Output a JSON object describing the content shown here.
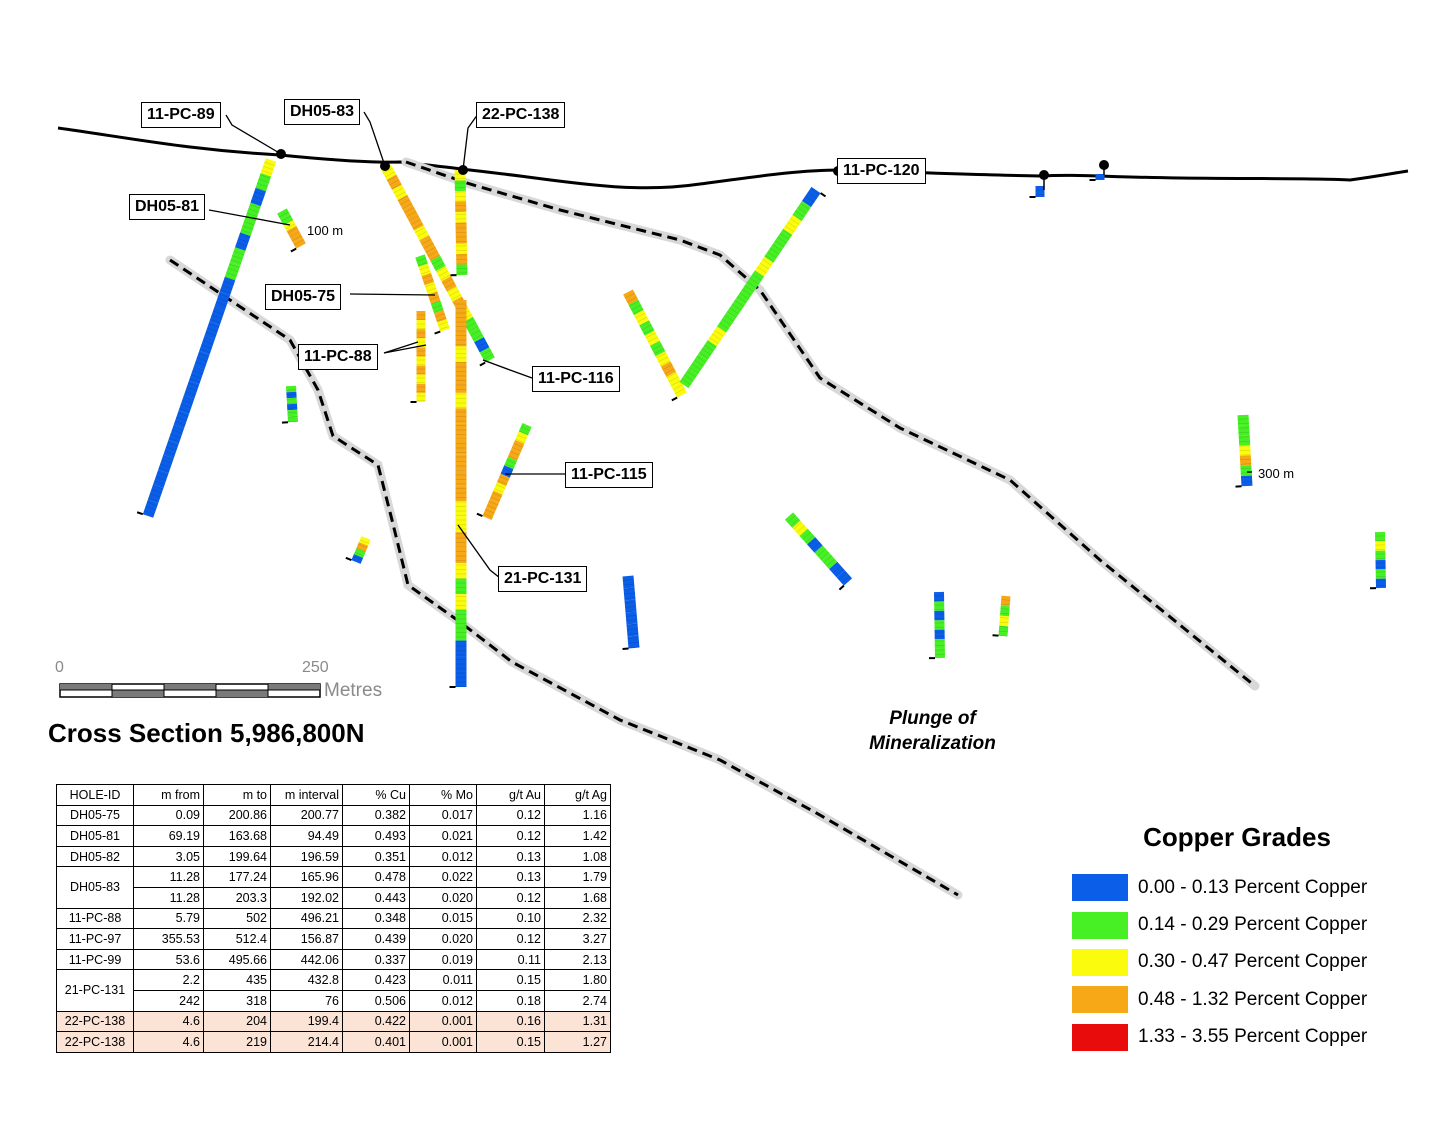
{
  "title": "Cross Section 5,986,800N",
  "plunge_label": [
    "Plunge of",
    "Mineralization"
  ],
  "scale": {
    "start": "0",
    "end": "250",
    "unit": "Metres"
  },
  "depth_labels": [
    "100 m",
    "300 m"
  ],
  "hole_labels": {
    "h89": "11-PC-89",
    "h83": "DH05-83",
    "h138": "22-PC-138",
    "h81": "DH05-81",
    "h120": "11-PC-120",
    "h75": "DH05-75",
    "h88": "11-PC-88",
    "h116": "11-PC-116",
    "h115": "11-PC-115",
    "h131": "21-PC-131"
  },
  "table": {
    "headers": [
      "HOLE-ID",
      "m from",
      "m to",
      "m interval",
      "% Cu",
      "% Mo",
      "g/t Au",
      "g/t Ag"
    ],
    "rows": [
      {
        "id": "DH05-75",
        "span": 1,
        "hl": false,
        "v": [
          "0.09",
          "200.86",
          "200.77",
          "0.382",
          "0.017",
          "0.12",
          "1.16"
        ]
      },
      {
        "id": "DH05-81",
        "span": 1,
        "hl": false,
        "v": [
          "69.19",
          "163.68",
          "94.49",
          "0.493",
          "0.021",
          "0.12",
          "1.42"
        ]
      },
      {
        "id": "DH05-82",
        "span": 1,
        "hl": false,
        "v": [
          "3.05",
          "199.64",
          "196.59",
          "0.351",
          "0.012",
          "0.13",
          "1.08"
        ]
      },
      {
        "id": "DH05-83",
        "span": 2,
        "hl": false,
        "v": [
          "11.28",
          "177.24",
          "165.96",
          "0.478",
          "0.022",
          "0.13",
          "1.79"
        ]
      },
      {
        "id": "",
        "span": 0,
        "hl": false,
        "v": [
          "11.28",
          "203.3",
          "192.02",
          "0.443",
          "0.020",
          "0.12",
          "1.68"
        ]
      },
      {
        "id": "11-PC-88",
        "span": 1,
        "hl": false,
        "v": [
          "5.79",
          "502",
          "496.21",
          "0.348",
          "0.015",
          "0.10",
          "2.32"
        ]
      },
      {
        "id": "11-PC-97",
        "span": 1,
        "hl": false,
        "v": [
          "355.53",
          "512.4",
          "156.87",
          "0.439",
          "0.020",
          "0.12",
          "3.27"
        ]
      },
      {
        "id": "11-PC-99",
        "span": 1,
        "hl": false,
        "v": [
          "53.6",
          "495.66",
          "442.06",
          "0.337",
          "0.019",
          "0.11",
          "2.13"
        ]
      },
      {
        "id": "21-PC-131",
        "span": 2,
        "hl": false,
        "v": [
          "2.2",
          "435",
          "432.8",
          "0.423",
          "0.011",
          "0.15",
          "1.80"
        ]
      },
      {
        "id": "",
        "span": 0,
        "hl": false,
        "v": [
          "242",
          "318",
          "76",
          "0.506",
          "0.012",
          "0.18",
          "2.74"
        ]
      },
      {
        "id": "22-PC-138",
        "span": 1,
        "hl": true,
        "v": [
          "4.6",
          "204",
          "199.4",
          "0.422",
          "0.001",
          "0.16",
          "1.31"
        ]
      },
      {
        "id": "22-PC-138",
        "span": 1,
        "hl": true,
        "v": [
          "4.6",
          "219",
          "214.4",
          "0.401",
          "0.001",
          "0.15",
          "1.27"
        ]
      }
    ]
  },
  "legend": {
    "title": "Copper Grades",
    "items": [
      {
        "label": "0.00 - 0.13 Percent Copper",
        "color": "#0a5ee8"
      },
      {
        "label": "0.14 - 0.29 Percent Copper",
        "color": "#47f024"
      },
      {
        "label": "0.30 - 0.47 Percent Copper",
        "color": "#fbfb0e"
      },
      {
        "label": "0.48 - 1.32 Percent Copper",
        "color": "#f6a817"
      },
      {
        "label": "1.33 - 3.55 Percent Copper",
        "color": "#e80c0c"
      }
    ]
  }
}
